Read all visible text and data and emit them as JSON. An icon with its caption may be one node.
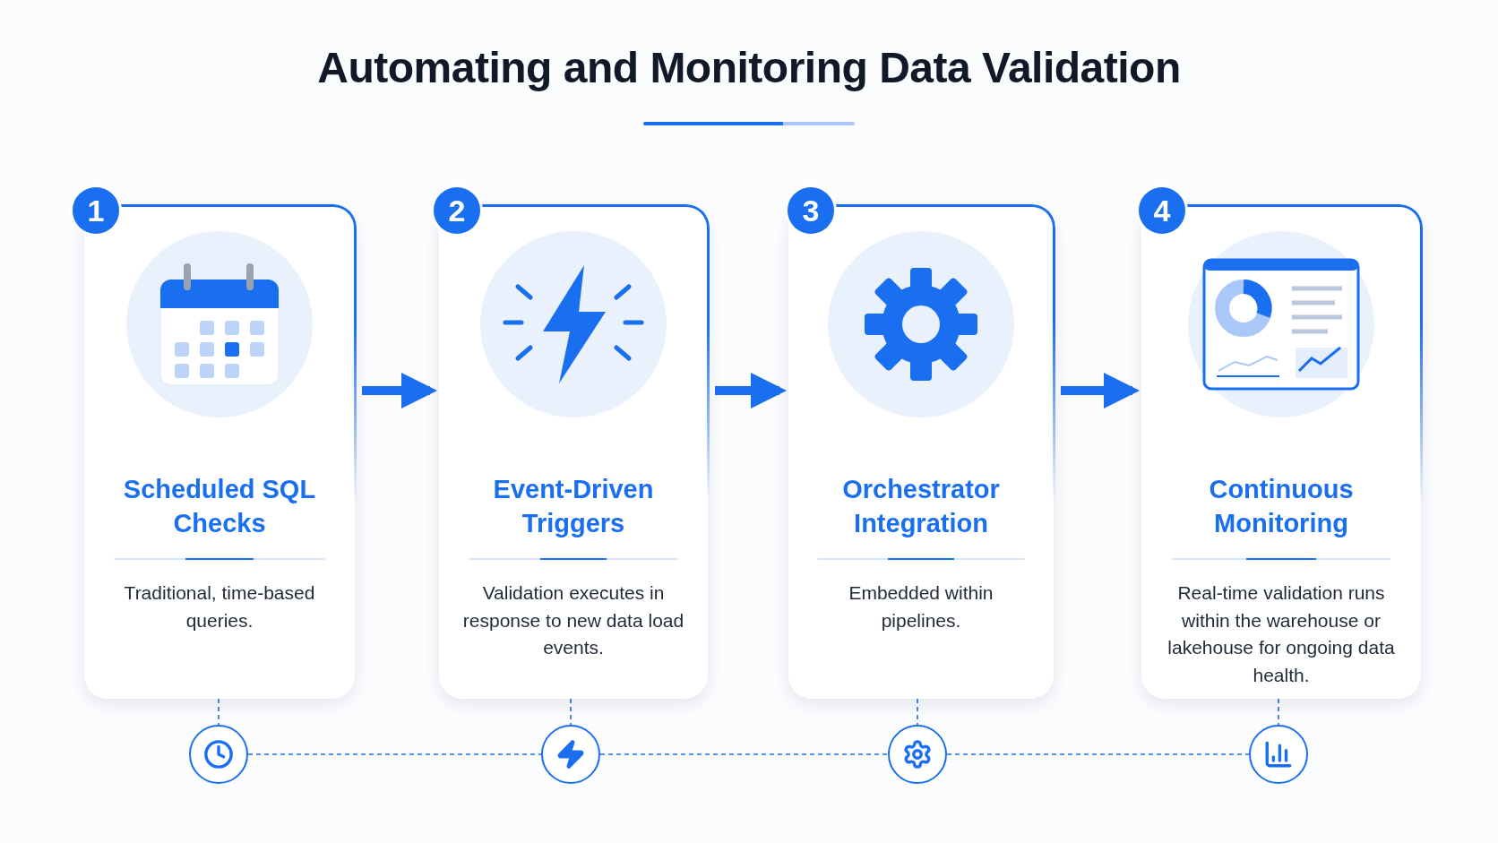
{
  "diagram": {
    "title": "Automating and Monitoring Data Validation",
    "nodes": [
      {
        "text": [
          "Scheduled SQL Checks",
          "Traditional, time-based queries."
        ]
      },
      {
        "text": [
          "Event-Driven Triggers",
          "Validation executes in response to new data load events."
        ]
      },
      {
        "text": [
          "Orchestrator Integration",
          "Embedded within pipelines."
        ]
      },
      {
        "text": [
          "Continuous Monitoring",
          "Real-time validation runs within the warehouse or lakehouse for ongoing data health."
        ]
      },
      {
        "text": [
          "1"
        ]
      },
      {
        "text": [
          "2"
        ]
      },
      {
        "text": [
          "3"
        ]
      },
      {
        "text": [
          "4"
        ]
      },
      {
        "text": [],
        "shape": "circle"
      },
      {
        "text": [],
        "shape": "circle"
      },
      {
        "text": [],
        "shape": "circle"
      },
      {
        "text": [],
        "shape": "circle"
      }
    ],
    "edges": [
      {
        "from": 0,
        "to": 1,
        "arrow": "to",
        "style": "thick"
      },
      {
        "from": 1,
        "to": 2,
        "arrow": "to",
        "style": "thick"
      },
      {
        "from": 2,
        "to": 3,
        "arrow": "to",
        "style": "thick"
      },
      {
        "from": 0,
        "to": 8,
        "arrow": "none",
        "style": "dashed"
      },
      {
        "from": 1,
        "to": 9,
        "arrow": "none",
        "style": "dashed"
      },
      {
        "from": 2,
        "to": 10,
        "arrow": "none",
        "style": "dashed"
      },
      {
        "from": 3,
        "to": 11,
        "arrow": "none",
        "style": "dashed"
      },
      {
        "from": 8,
        "to": 9,
        "arrow": "none",
        "style": "dashed"
      },
      {
        "from": 9,
        "to": 10,
        "arrow": "none",
        "style": "dashed"
      },
      {
        "from": 10,
        "to": 11,
        "arrow": "none",
        "style": "dashed"
      }
    ]
  }
}
